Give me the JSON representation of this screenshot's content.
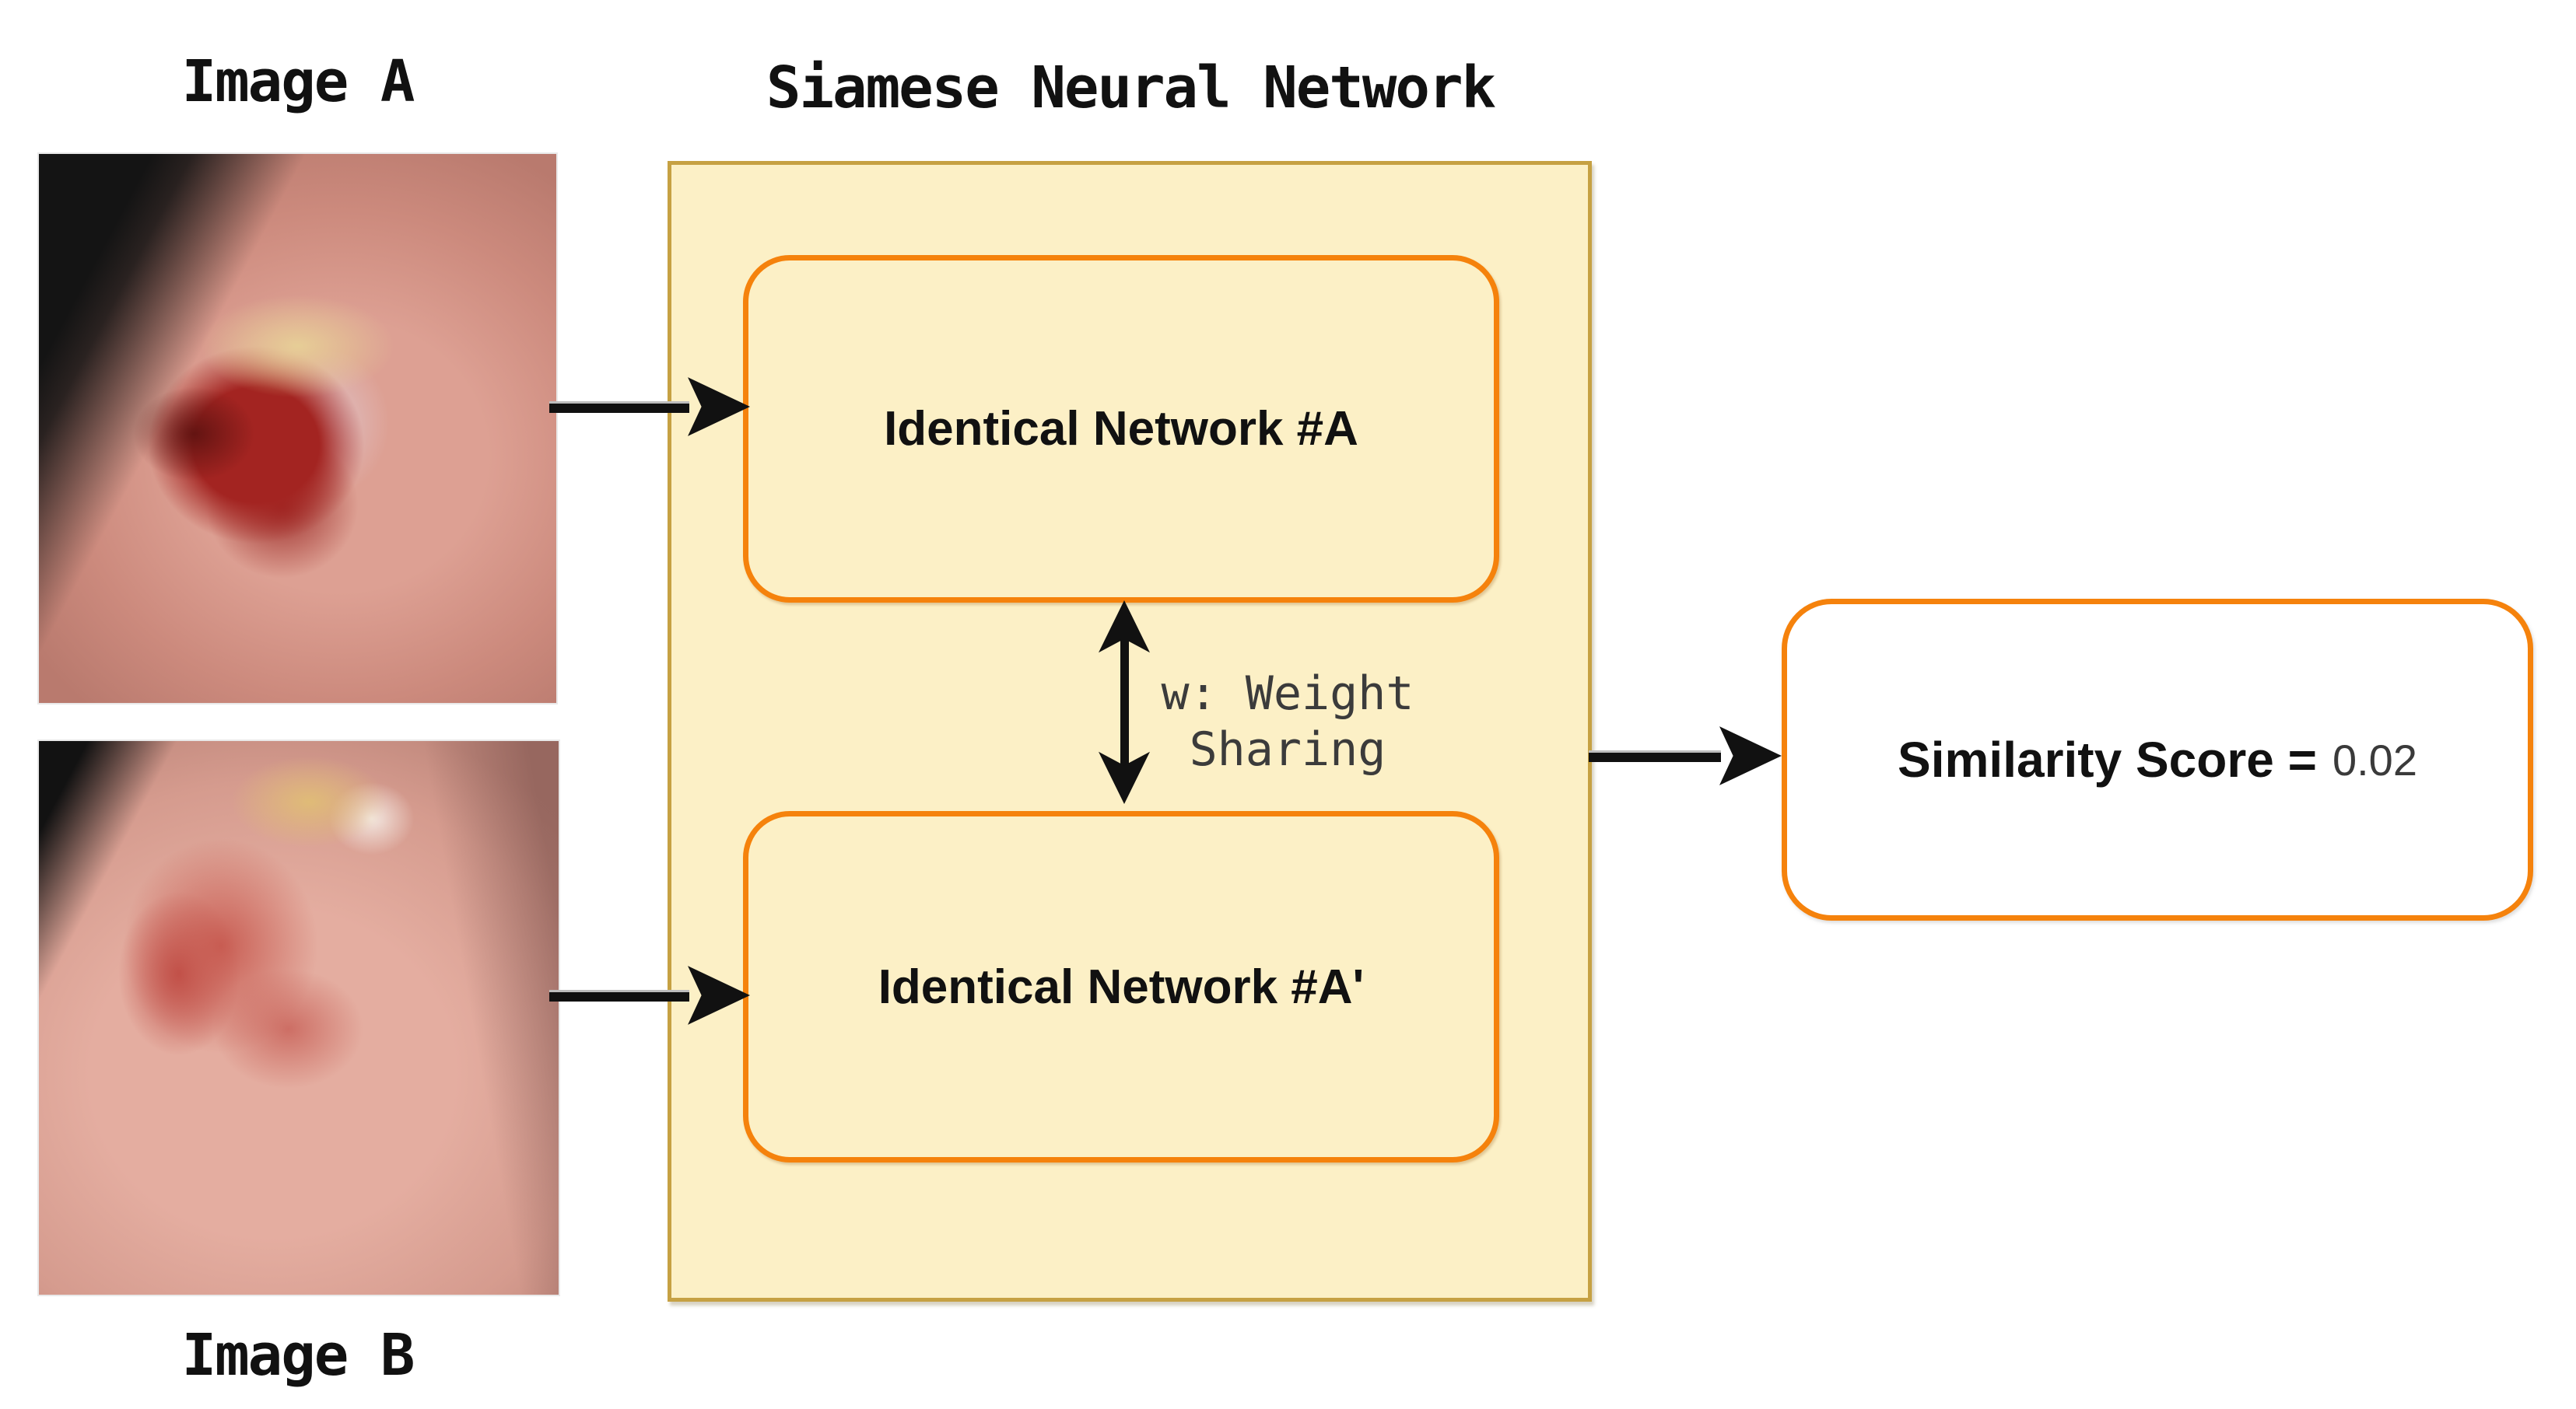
{
  "labels": {
    "image_a": "Image A",
    "image_b": "Image B"
  },
  "network": {
    "title": "Siamese Neural Network",
    "box_a": "Identical Network #A",
    "box_a_prime": "Identical Network #A'",
    "weight_line1": "w: Weight",
    "weight_line2": "Sharing"
  },
  "output": {
    "label": "Similarity Score =",
    "value": "0.02"
  },
  "theme": {
    "orange": "#F5820C",
    "panel_fill": "#FCF0C6",
    "panel_border": "#C6A143",
    "arrow_color": "#111111",
    "text_color": "#111111",
    "weight_text_color": "#3B3B3B",
    "score_value_color": "#3A3A3A",
    "canvas_bg": "#FFFFFF"
  }
}
